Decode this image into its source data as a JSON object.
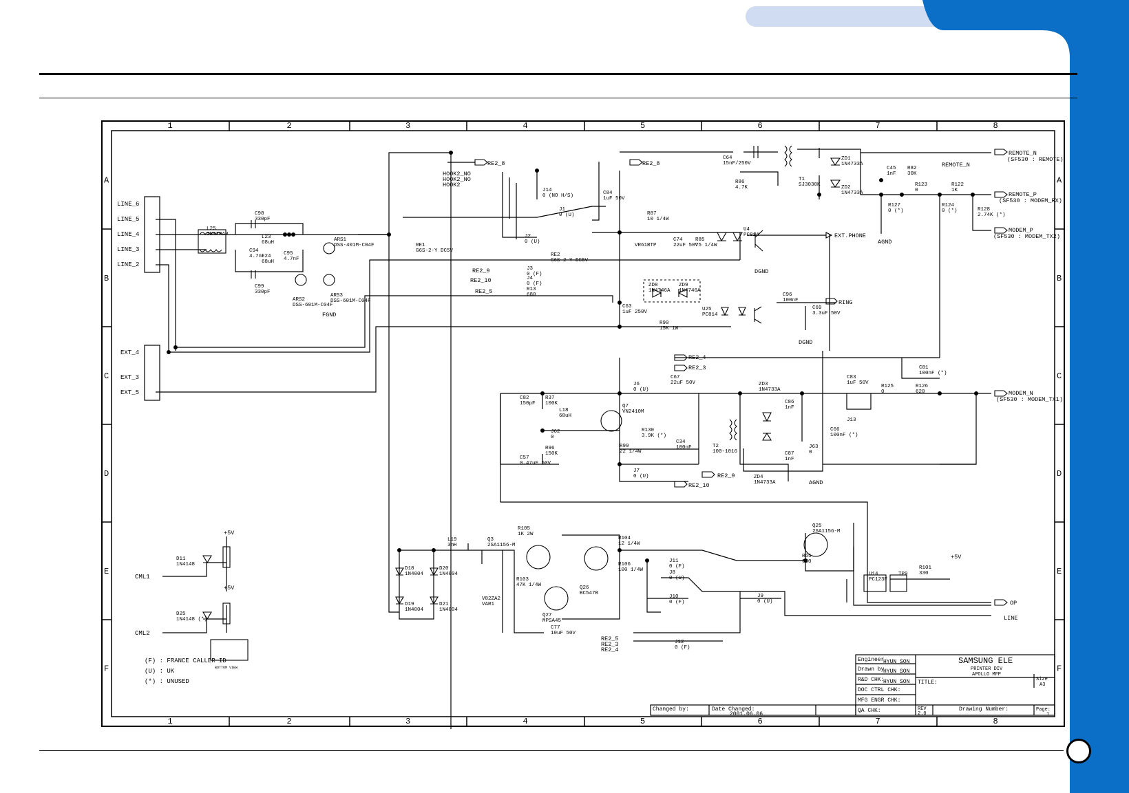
{
  "grid": {
    "columns": [
      "1",
      "2",
      "3",
      "4",
      "5",
      "6",
      "7",
      "8"
    ],
    "rows": [
      "A",
      "B",
      "C",
      "D",
      "E",
      "F"
    ]
  },
  "connectors": {
    "line_labels": [
      "LINE_6",
      "LINE_5",
      "LINE_4",
      "LINE_3",
      "LINE_2"
    ],
    "ext_labels": [
      "EXT_4",
      "EXT_3",
      "EXT_5"
    ],
    "cml_labels": [
      "CML1",
      "CML2"
    ]
  },
  "nets": {
    "re2_8_top_left": "RE2_8",
    "re2_8_top_mid": "RE2_8",
    "hook2_no_1": "HOOK2_NO",
    "hook2_no_2": "HOOK2_NO",
    "hook2": "HOOK2",
    "re2_9_left": "RE2_9",
    "re2_10_left": "RE2_10",
    "re2_5_left": "RE2_5",
    "re2_4": "RE2_4",
    "re2_3": "RE2_3",
    "re2_9": "RE2_9",
    "re2_10": "RE2_10",
    "re2_5_b": "RE2_5",
    "re2_3_b": "RE2_3",
    "re2_4_b": "RE2_4",
    "remote_n": "REMOTE_N",
    "remote_n_sub": "(SF530 : REMOTE)",
    "remote_n_mark": "REMOTE_N",
    "remote_p": "REMOTE_P",
    "remote_p_sub": "(SF530 : MODEM_RX)",
    "modem_p": "MODEM_P",
    "modem_p_sub": "(SF530 : MODEM_TX2)",
    "modem_n": "MODEM_N",
    "modem_n_sub": "(SF530 : MODEM_TX1)",
    "ext_phone": "EXT.PHONE",
    "ring": "RING",
    "op": "OP",
    "line": "LINE",
    "dgnd_1": "DGND",
    "dgnd_2": "DGND",
    "agnd_1": "AGND",
    "agnd_2": "AGND",
    "fgnd": "FGND",
    "plus5v_1": "+5V",
    "plus5v_2": "+5V",
    "plus5v_3": "+5V"
  },
  "components": [
    {
      "ref": "L25",
      "value": "INSTPAR"
    },
    {
      "ref": "C98",
      "value": "330pF"
    },
    {
      "ref": "C99",
      "value": "330pF"
    },
    {
      "ref": "L23",
      "value": "68uH"
    },
    {
      "ref": "L24",
      "value": "68uH"
    },
    {
      "ref": "C94",
      "value": "4.7nF"
    },
    {
      "ref": "C95",
      "value": "4.7nF"
    },
    {
      "ref": "ARS1",
      "value": "DSS-401M-C04F"
    },
    {
      "ref": "ARS2",
      "value": "DSS-601M-C04F"
    },
    {
      "ref": "ARS3",
      "value": "DSS-601M-C04F"
    },
    {
      "ref": "J14",
      "value": "0 (NO H/S)"
    },
    {
      "ref": "C84",
      "value": "1uF 50V"
    },
    {
      "ref": "J1",
      "value": "0 (U)"
    },
    {
      "ref": "J2",
      "value": "0 (U)"
    },
    {
      "ref": "J3",
      "value": "0 (F)"
    },
    {
      "ref": "J4",
      "value": "0 (F)"
    },
    {
      "ref": "R13",
      "value": "680"
    },
    {
      "ref": "RE1",
      "value": "G6S-2-Y DC5V"
    },
    {
      "ref": "RE2",
      "value": "G6S-2-Y DC5V"
    },
    {
      "ref": "C64",
      "value": "15nF/250V"
    },
    {
      "ref": "R86",
      "value": "4.7K"
    },
    {
      "ref": "R87",
      "value": "10 1/4W"
    },
    {
      "ref": "VR61BTP",
      "value": ""
    },
    {
      "ref": "C74",
      "value": "22uF 50V"
    },
    {
      "ref": "R85",
      "value": "75 1/4W"
    },
    {
      "ref": "U4",
      "value": "PC814"
    },
    {
      "ref": "T1",
      "value": "SJ3030K"
    },
    {
      "ref": "ZD1",
      "value": "1N4733A"
    },
    {
      "ref": "ZD2",
      "value": "1N4733A"
    },
    {
      "ref": "C45",
      "value": "1nF"
    },
    {
      "ref": "R82",
      "value": "30K"
    },
    {
      "ref": "R123",
      "value": "0"
    },
    {
      "ref": "R122",
      "value": "1K"
    },
    {
      "ref": "R127",
      "value": "0 (*)"
    },
    {
      "ref": "R124",
      "value": "0 (*)"
    },
    {
      "ref": "R128",
      "value": "2.74K (*)"
    },
    {
      "ref": "ZD8",
      "value": "1N4746A"
    },
    {
      "ref": "ZD9",
      "value": "1N4746A"
    },
    {
      "ref": "U25",
      "value": "PC814"
    },
    {
      "ref": "C63",
      "value": "1uF 250V"
    },
    {
      "ref": "R90",
      "value": "15K 1W"
    },
    {
      "ref": "C96",
      "value": "100nF"
    },
    {
      "ref": "C69",
      "value": "3.3uF 50V"
    },
    {
      "ref": "C82",
      "value": "150pF"
    },
    {
      "ref": "R37",
      "value": "100K"
    },
    {
      "ref": "L18",
      "value": "68uH"
    },
    {
      "ref": "J62",
      "value": "0"
    },
    {
      "ref": "R96",
      "value": "150K"
    },
    {
      "ref": "C57",
      "value": "0.47uF 50V"
    },
    {
      "ref": "Q7",
      "value": "VN2410M"
    },
    {
      "ref": "J6",
      "value": "0 (U)"
    },
    {
      "ref": "C67",
      "value": "22uF 50V"
    },
    {
      "ref": "R130",
      "value": "3.9K (*)"
    },
    {
      "ref": "R99",
      "value": "22 1/4W"
    },
    {
      "ref": "J7",
      "value": "0 (U)"
    },
    {
      "ref": "C34",
      "value": "100nF"
    },
    {
      "ref": "T2",
      "value": "100-1016"
    },
    {
      "ref": "ZD3",
      "value": "1N4733A"
    },
    {
      "ref": "ZD4",
      "value": "1N4733A"
    },
    {
      "ref": "C86",
      "value": "1nF"
    },
    {
      "ref": "C87",
      "value": "1nF"
    },
    {
      "ref": "J63",
      "value": "0"
    },
    {
      "ref": "C83",
      "value": "1uF 50V"
    },
    {
      "ref": "J13",
      "value": ""
    },
    {
      "ref": "C66",
      "value": "100nF (*)"
    },
    {
      "ref": "R125",
      "value": "0"
    },
    {
      "ref": "C81",
      "value": "100nF (*)"
    },
    {
      "ref": "R126",
      "value": "620"
    },
    {
      "ref": "D11",
      "value": "1N4148"
    },
    {
      "ref": "D25",
      "value": "1N4148 (*)"
    },
    {
      "ref": "D18",
      "value": "1N4004"
    },
    {
      "ref": "D19",
      "value": "1N4004"
    },
    {
      "ref": "D20",
      "value": "1N4004"
    },
    {
      "ref": "D21",
      "value": "1N4004"
    },
    {
      "ref": "L19",
      "value": "3mH"
    },
    {
      "ref": "V82ZA2",
      "value": "VAR1"
    },
    {
      "ref": "Q3",
      "value": "2SA1156-M"
    },
    {
      "ref": "R105",
      "value": "1K 2W"
    },
    {
      "ref": "R103",
      "value": "47K 1/4W"
    },
    {
      "ref": "Q27",
      "value": "MPSA45"
    },
    {
      "ref": "Q26",
      "value": "BC547B"
    },
    {
      "ref": "R104",
      "value": "12 1/4W"
    },
    {
      "ref": "R106",
      "value": "100 1/4W"
    },
    {
      "ref": "C77",
      "value": "10uF 50V"
    },
    {
      "ref": "J11",
      "value": "0 (F)"
    },
    {
      "ref": "J8",
      "value": "0 (U)"
    },
    {
      "ref": "J10",
      "value": "0 (F)"
    },
    {
      "ref": "J12",
      "value": "0 (F)"
    },
    {
      "ref": "J9",
      "value": "0 (U)"
    },
    {
      "ref": "Q25",
      "value": "2SA1156-M"
    },
    {
      "ref": "R65",
      "value": "680"
    },
    {
      "ref": "U14",
      "value": "PC123F"
    },
    {
      "ref": "TP9",
      "value": ""
    },
    {
      "ref": "R101",
      "value": "330"
    }
  ],
  "notes": [
    "(F) : FRANCE CALLER ID",
    "(U) : UK",
    "(*) : UNUSED"
  ],
  "bottom_view": "BOTTOM VIEW",
  "title_block": {
    "engineer_label": "Engineer",
    "engineer": "HYUN SON",
    "drawn_label": "Drawn by",
    "drawn": "HYUN SON",
    "rd_label": "R&D CHK:",
    "rd": "HYUN SON",
    "doc_label": "DOC CTRL CHK:",
    "mfg_label": "MFG ENGR CHK:",
    "qa_label": "QA CHK:",
    "company": "SAMSUNG ELE",
    "division": "PRINTER DIV",
    "project": "APOLLO MFP",
    "title_label": "TITLE:",
    "size_label": "Size",
    "size": "A3",
    "rev_label": "REV",
    "rev": "2.0",
    "drawing_number_label": "Drawing Number:",
    "page_label": "Page:",
    "page": "1",
    "changed_by_label": "Changed by:",
    "date_changed_label": "Date Changed:",
    "date_changed": "2001.06.06"
  }
}
